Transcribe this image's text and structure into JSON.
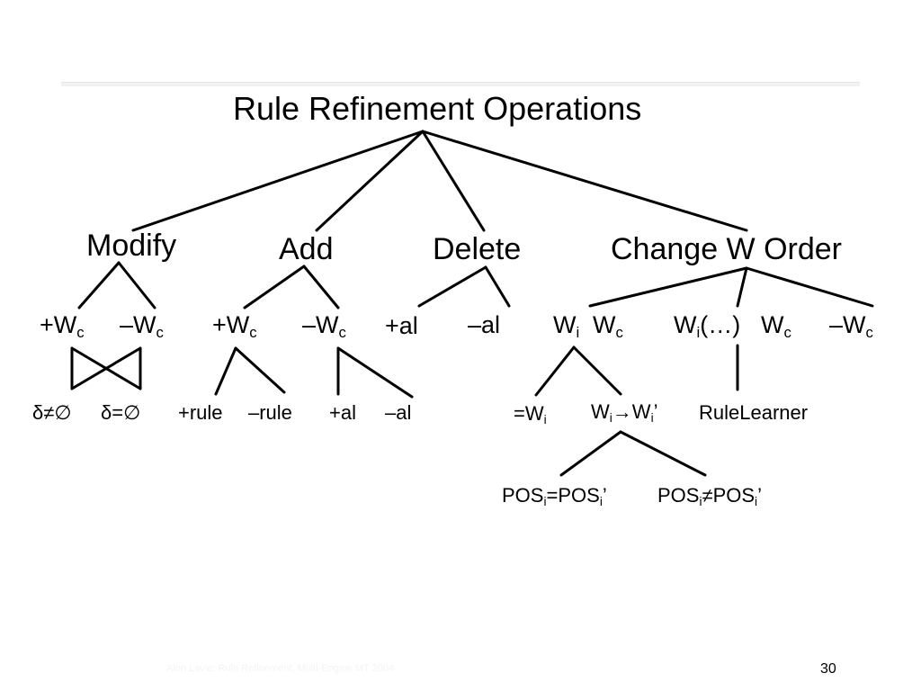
{
  "title": "Rule Refinement Operations",
  "level1": {
    "modify": "Modify",
    "add": "Add",
    "delete": "Delete",
    "change_order": "Change W Order"
  },
  "level2": {
    "modify_plus_wc": {
      "main": "+W",
      "sub": "c"
    },
    "modify_minus_wc": {
      "main": "–W",
      "sub": "c"
    },
    "add_plus_wc": {
      "main": "+W",
      "sub": "c"
    },
    "add_minus_wc": {
      "main": "–W",
      "sub": "c"
    },
    "delete_plus_al": "+al",
    "delete_minus_al": "–al",
    "order_wi": {
      "main": "W",
      "sub": "i"
    },
    "order_wc1": {
      "main": "W",
      "sub": "c"
    },
    "order_wi_paren": {
      "main": "W",
      "sub": "i",
      "tail": "(…)"
    },
    "order_wc2": {
      "main": "W",
      "sub": "c"
    },
    "order_minus_wc": {
      "main": "–W",
      "sub": "c"
    }
  },
  "level3": {
    "delta_neq_empty": "δ≠∅",
    "delta_eq_empty": "δ=∅",
    "plus_rule": "+rule",
    "minus_rule": "–rule",
    "plus_al": "+al",
    "minus_al": "–al",
    "eq_wi": {
      "main": "=W",
      "sub": "i"
    },
    "wi_to_wi_prime": {
      "main": "W",
      "sub": "i",
      "arrow": "→",
      "main2": "W",
      "sub2": "i",
      "tail": "’"
    },
    "rule_learner": "RuleLearner"
  },
  "level4": {
    "pos_eq": {
      "a": "POS",
      "a_sub": "i",
      "op": "=POS",
      "b_sub": "i",
      "tail": "’"
    },
    "pos_neq": {
      "a": "POS",
      "a_sub": "i",
      "op": "≠POS",
      "b_sub": "i",
      "tail": "’"
    }
  },
  "footer": {
    "text": "Alon Lavie: Rule Refinement, Multi-Engine MT 2004",
    "page_number": "30"
  }
}
